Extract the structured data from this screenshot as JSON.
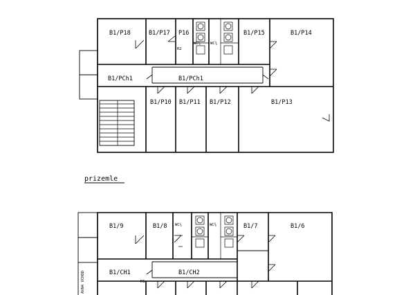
{
  "floor_label": "prizemle",
  "upper_floor": {
    "rooms": [
      "B1/P18",
      "B1/P17",
      "P16",
      "B1/P15",
      "B1/P14",
      "B1/PCh1",
      "B1/PCh1",
      "B1/P10",
      "B1/P11",
      "B1/P12",
      "B1/P13"
    ],
    "wc_labels": [
      "WC¼",
      "WC¾"
    ],
    "small_labels": [
      "R2"
    ]
  },
  "lower_floor": {
    "rooms": [
      "B1/9",
      "B1/8",
      "B1/7",
      "B1/6",
      "B1/CH1",
      "B1/CH2"
    ],
    "wc_labels": [
      "WC¼",
      "WC¾"
    ],
    "small_labels": [
      "R1"
    ],
    "side_label": "AVN4 VCHOD"
  }
}
